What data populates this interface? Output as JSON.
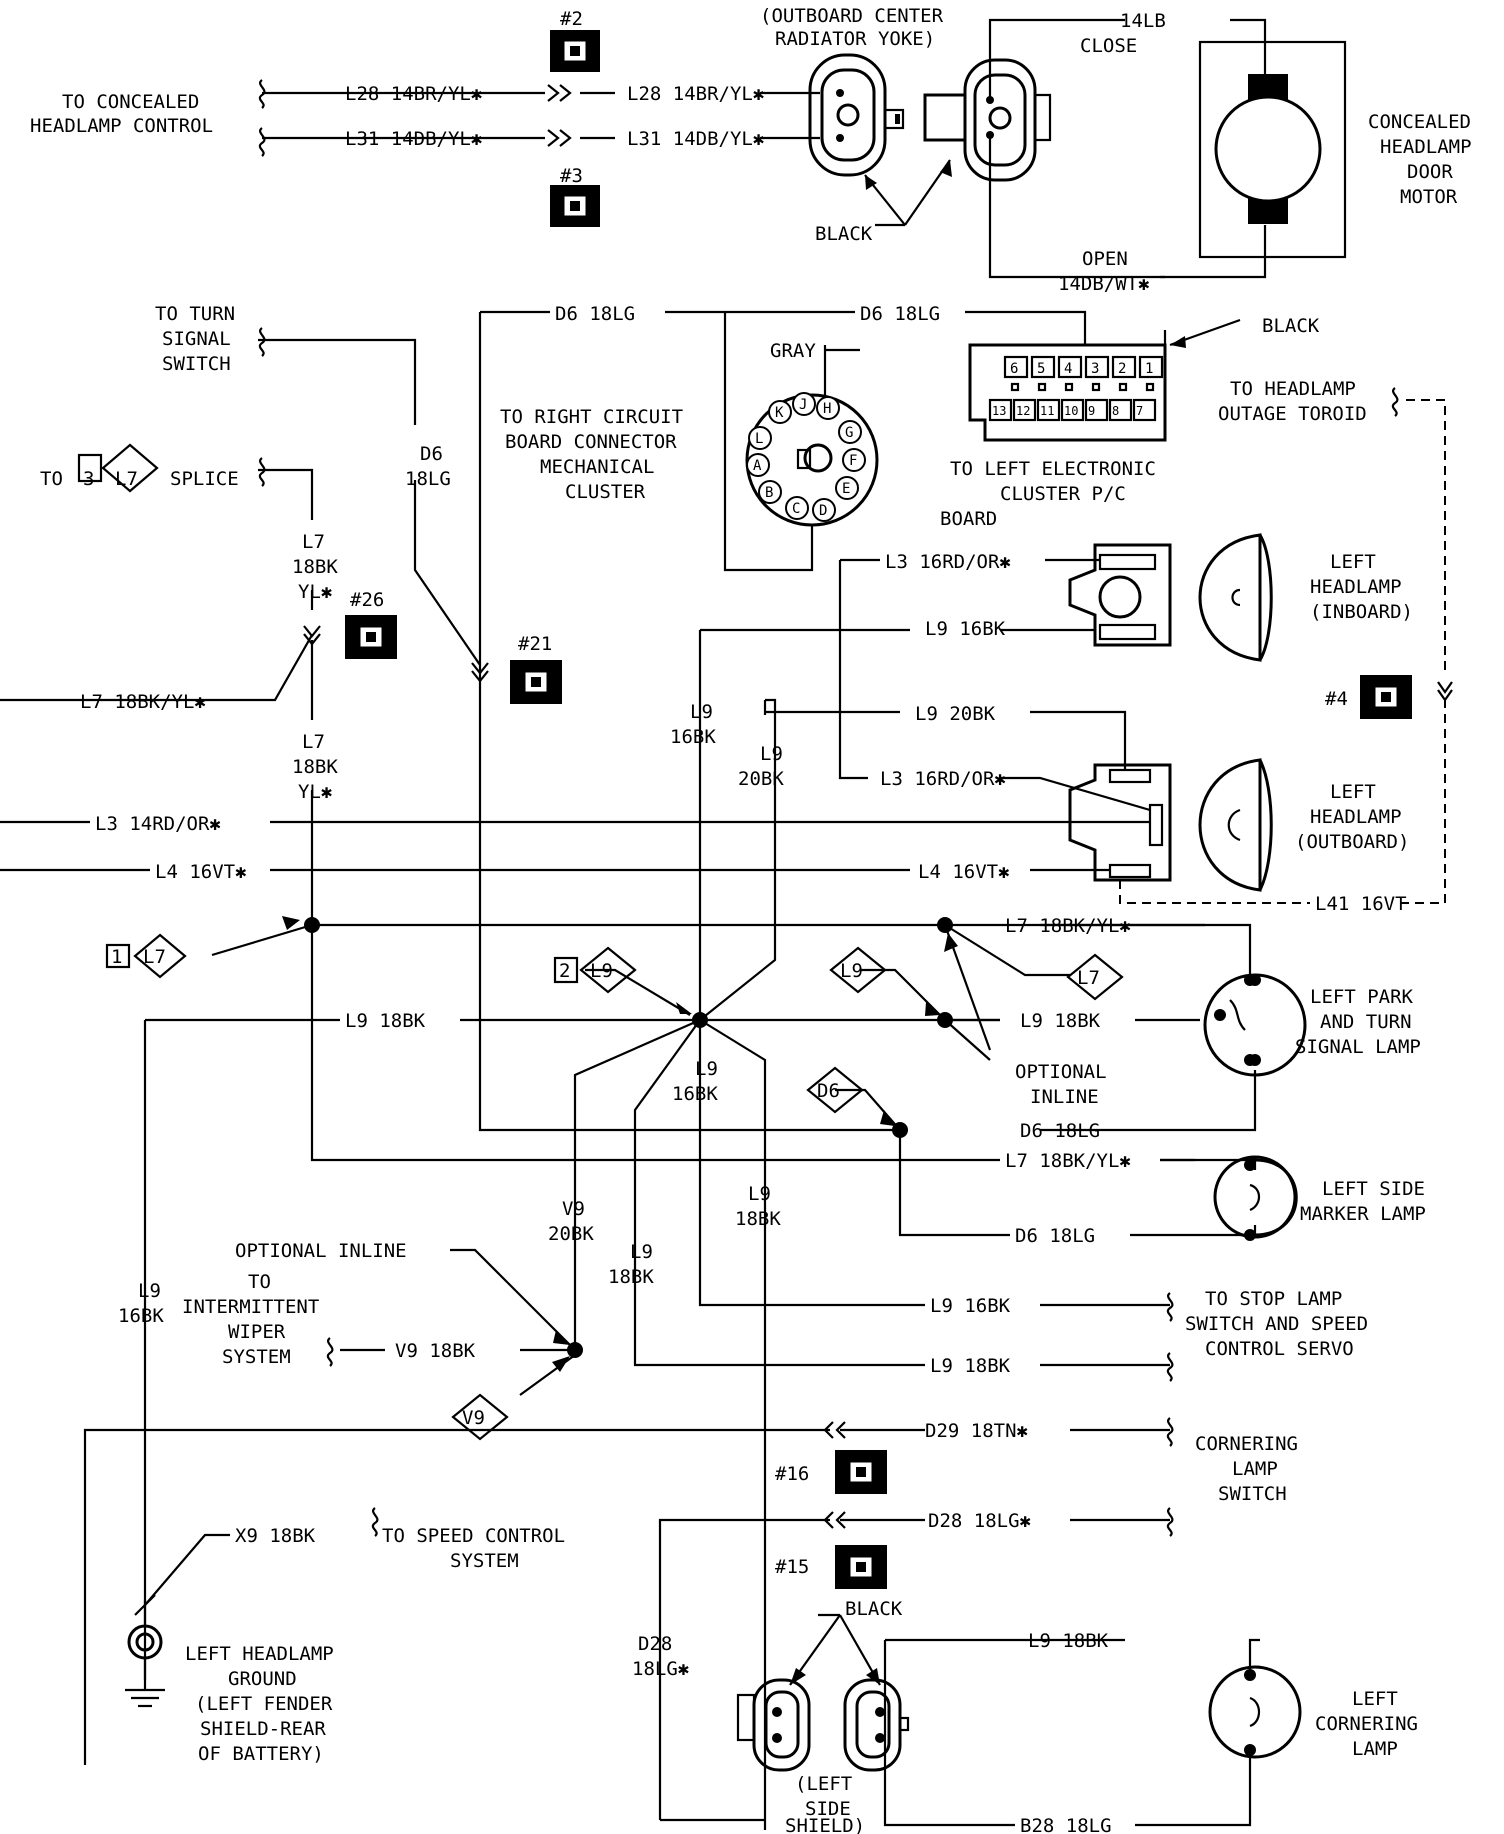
{
  "labels": {
    "top_yoke": [
      "(OUTBOARD CENTER",
      "RADIATOR YOKE)"
    ],
    "conc_ctrl": [
      "TO CONCEALED",
      "HEADLAMP CONTROL"
    ],
    "w_l28a": "L28 14BR/YL✱",
    "w_l28b": "L28 14BR/YL✱",
    "w_l31a": "L31 14DB/YL✱",
    "w_l31b": "L31 14DB/YL✱",
    "conn2": "#2",
    "conn3": "#3",
    "black1": "BLACK",
    "close": [
      "14LB",
      "CLOSE"
    ],
    "open": [
      "OPEN",
      "14DB/WT✱"
    ],
    "motor": [
      "CONCEALED",
      "HEADLAMP",
      "DOOR",
      "MOTOR"
    ],
    "turn_sig": [
      "TO TURN",
      "SIGNAL",
      "SWITCH"
    ],
    "d6a": "D6 18LG",
    "d6b": "D6 18LG",
    "gray": "GRAY",
    "black2": "BLACK",
    "right_cb": [
      "TO RIGHT CIRCUIT",
      "BOARD CONNECTOR",
      "MECHANICAL",
      "CLUSTER"
    ],
    "left_ec": [
      "TO LEFT ELECTRONIC",
      "CLUSTER P/C",
      "BOARD"
    ],
    "toroid": [
      "TO HEADLAMP",
      "OUTAGE TOROID"
    ],
    "splice": [
      "TO",
      "3",
      "L7",
      "SPLICE"
    ],
    "d6_vert": [
      "D6",
      "18LG"
    ],
    "l7_a": [
      "L7",
      "18BK",
      "YL✱"
    ],
    "l7_b": [
      "L7",
      "18BK",
      "YL✱"
    ],
    "conn26": "#26",
    "conn21": "#21",
    "conn4": "#4",
    "l7_18bk_yl": "L7 18BK/YL✱",
    "l3_16rd_a": "L3 16RD/OR✱",
    "l9_16bk_a": "L9 16BK",
    "l9_20bk": "L9 20BK",
    "l3_16rd_b": "L3 16RD/OR✱",
    "l9_v16": [
      "L9",
      "16BK"
    ],
    "l9_v20": [
      "L9",
      "20BK"
    ],
    "lh_in": [
      "LEFT",
      "HEADLAMP",
      "(INBOARD)"
    ],
    "lh_out": [
      "LEFT",
      "HEADLAMP",
      "(OUTBOARD)"
    ],
    "l3_14rd": "L3 14RD/OR✱",
    "l4_a": "L4 16VT✱",
    "l4_b": "L4 16VT✱",
    "l41": "L41 16VT",
    "d1_num": "1",
    "d1_lab": "L7",
    "d2_num": "2",
    "d2_lab": "L9",
    "dl9": "L9",
    "dl7": "L7",
    "dd6": "D6",
    "dv9": "V9",
    "l7_right1": "L7 18BK/YL✱",
    "l9_18bk_left": "L9 18BK",
    "l9_18bk_right": "L9 18BK",
    "park": [
      "LEFT PARK",
      "AND TURN",
      "SIGNAL LAMP"
    ],
    "opt_inline": [
      "OPTIONAL",
      "INLINE"
    ],
    "l9_16bk_c": [
      "L9",
      "16BK"
    ],
    "d6_18lg_c": "D6 18LG",
    "l7_right2": "L7 18BK/YL✱",
    "side_marker": [
      "LEFT SIDE",
      "MARKER LAMP"
    ],
    "d6_18lg_d": "D6 18LG",
    "v9_20bk": [
      "V9",
      "20BK"
    ],
    "l9_18bk_v1": [
      "L9",
      "18BK"
    ],
    "l9_18bk_v2": [
      "L9",
      "18BK"
    ],
    "opt_inline2": "OPTIONAL INLINE",
    "wiper": [
      "TO",
      "INTERMITTENT",
      "WIPER",
      "SYSTEM"
    ],
    "v9_18bk": "V9 18BK",
    "l9_16bk_left": [
      "L9",
      "16BK"
    ],
    "stop_l9": "L9 16BK",
    "stop_lab": [
      "TO STOP LAMP",
      "SWITCH AND SPEED",
      "CONTROL SERVO"
    ],
    "stop_l9b": "L9 18BK",
    "d29": "D29 18TN✱",
    "corner_sw": [
      "CORNERING",
      "LAMP",
      "SWITCH"
    ],
    "conn16": "#16",
    "conn15": "#15",
    "d28": "D28 18LG✱",
    "x9": "X9 18BK",
    "speed_ctrl": [
      "TO SPEED CONTROL",
      "SYSTEM"
    ],
    "ground": [
      "LEFT HEADLAMP",
      "GROUND",
      "(LEFT FENDER",
      "SHIELD-REAR",
      "OF BATTERY)"
    ],
    "black3": "BLACK",
    "d28_v": [
      "D28",
      "18LG✱"
    ],
    "l9_18bk_corner": "L9 18BK",
    "b28": "B28 18LG",
    "left_corner": [
      "LEFT",
      "CORNERING",
      "LAMP"
    ],
    "side_shield": [
      "(LEFT",
      "SIDE",
      "SHIELD)"
    ],
    "pins_top": [
      "6",
      "5",
      "4",
      "3",
      "2",
      "1"
    ],
    "pins_bot": [
      "13",
      "12",
      "11",
      "10",
      "9",
      "8",
      "7"
    ],
    "round_pins": [
      "K",
      "J",
      "H",
      "G",
      "L",
      "F",
      "A",
      "E",
      "B",
      "C",
      "D"
    ]
  }
}
